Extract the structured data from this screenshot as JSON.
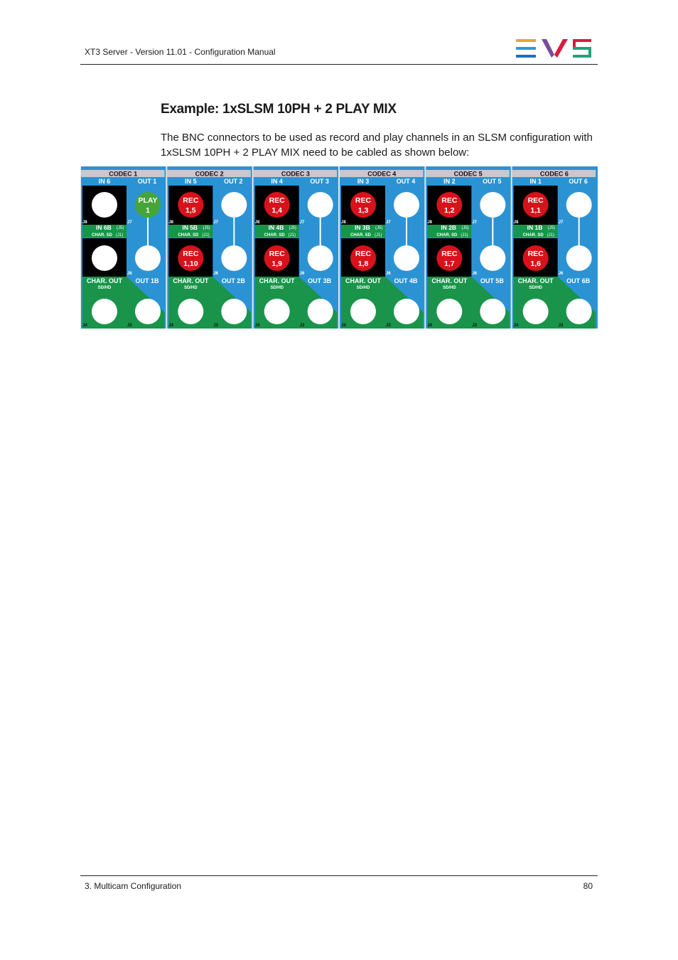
{
  "header": {
    "text": "XT3 Server - Version 11.01 - Configuration Manual",
    "logo_text": "EVS",
    "logo_colors": [
      "#e8a33a",
      "#2a9bd6",
      "#1a72b8",
      "#7a4b9c",
      "#d81b3f",
      "#23a27a"
    ]
  },
  "section": {
    "title": "Example: 1xSLSM 10PH + 2 PLAY MIX",
    "body": "The BNC connectors to be used as record and play channels in an SLSM configuration with 1xSLSM 10PH + 2 PLAY MIX need to be cabled as shown below:"
  },
  "diagram": {
    "colors": {
      "blue": "#2b93d4",
      "green": "#19944a",
      "black": "#000000",
      "rec": "#d8121b",
      "play": "#46a538",
      "header_bg": "#c9c9c9"
    },
    "labels": {
      "char_out": "CHAR. OUT",
      "sd_hd": "SD/HD",
      "char_sd": "CHAR. SD",
      "j1": "(J1)",
      "j5": "(J5)",
      "j8": "J8",
      "j7": "J7",
      "j6": "J6",
      "j4": "J4",
      "j3": "J3"
    },
    "codecs": [
      {
        "name": "CODEC 1",
        "in_label": "IN 6",
        "out_label": "OUT 1",
        "inb_label": "IN 6B",
        "outb_label": "OUT 1B",
        "top": {
          "kind": "play",
          "line1": "PLAY",
          "line2": "1"
        },
        "bottom": null
      },
      {
        "name": "CODEC 2",
        "in_label": "IN 5",
        "out_label": "OUT 2",
        "inb_label": "IN 5B",
        "outb_label": "OUT 2B",
        "top": {
          "kind": "rec",
          "line1": "REC",
          "line2": "1,5"
        },
        "bottom": {
          "kind": "rec",
          "line1": "REC",
          "line2": "1,10"
        }
      },
      {
        "name": "CODEC 3",
        "in_label": "IN 4",
        "out_label": "OUT 3",
        "inb_label": "IN 4B",
        "outb_label": "OUT 3B",
        "top": {
          "kind": "rec",
          "line1": "REC",
          "line2": "1,4"
        },
        "bottom": {
          "kind": "rec",
          "line1": "REC",
          "line2": "1,9"
        }
      },
      {
        "name": "CODEC 4",
        "in_label": "IN 3",
        "out_label": "OUT 4",
        "inb_label": "IN 3B",
        "outb_label": "OUT 4B",
        "top": {
          "kind": "rec",
          "line1": "REC",
          "line2": "1,3"
        },
        "bottom": {
          "kind": "rec",
          "line1": "REC",
          "line2": "1,8"
        }
      },
      {
        "name": "CODEC 5",
        "in_label": "IN 2",
        "out_label": "OUT 5",
        "inb_label": "IN 2B",
        "outb_label": "OUT 5B",
        "top": {
          "kind": "rec",
          "line1": "REC",
          "line2": "1,2"
        },
        "bottom": {
          "kind": "rec",
          "line1": "REC",
          "line2": "1,7"
        }
      },
      {
        "name": "CODEC 6",
        "in_label": "IN 1",
        "out_label": "OUT 6",
        "inb_label": "IN 1B",
        "outb_label": "OUT 6B",
        "top": {
          "kind": "rec",
          "line1": "REC",
          "line2": "1,1"
        },
        "bottom": {
          "kind": "rec",
          "line1": "REC",
          "line2": "1,6"
        }
      }
    ]
  },
  "footer": {
    "left": "3. Multicam Configuration",
    "page": "80"
  }
}
